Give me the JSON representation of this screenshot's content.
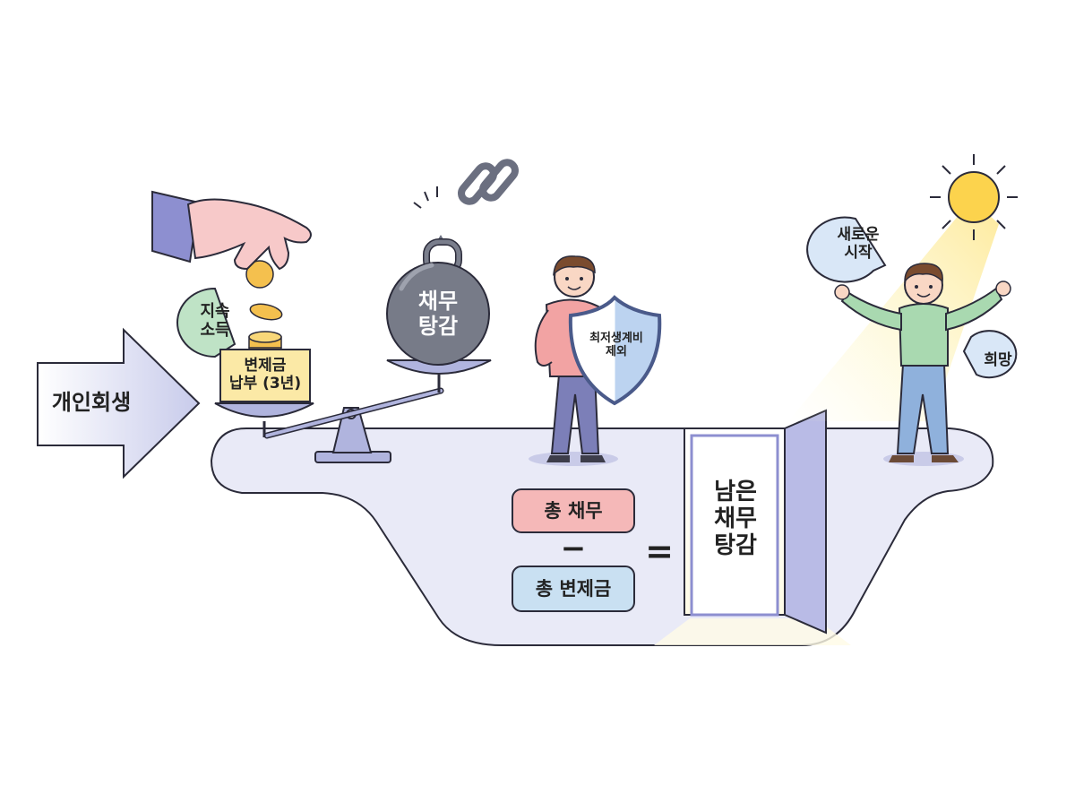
{
  "arrow_label": "개인회생",
  "income_bubble": "지속\n소득",
  "payment_box": "변제금\n납부 (3년)",
  "weight_label": "채무\n탕감",
  "shield_label": "최저생계비\n제외",
  "formula": {
    "total_debt": "총 채무",
    "minus": "−",
    "total_payment": "총 변제금",
    "equals": "="
  },
  "door_label": "남은\n채무\n탕감",
  "bubble_new_start": "새로운\n시작",
  "bubble_hope": "희망",
  "colors": {
    "platform": "#e9eaf7",
    "outline": "#2b2b3a",
    "arrow": "#d9dbf1",
    "debt_box": "#f5b8b8",
    "payment_box_blue": "#c9e0f2",
    "yellow_box": "#fbe9a6",
    "sun": "#fcd34d",
    "shirt_red": "#f2a3a3",
    "shirt_green": "#a9d9b0"
  }
}
